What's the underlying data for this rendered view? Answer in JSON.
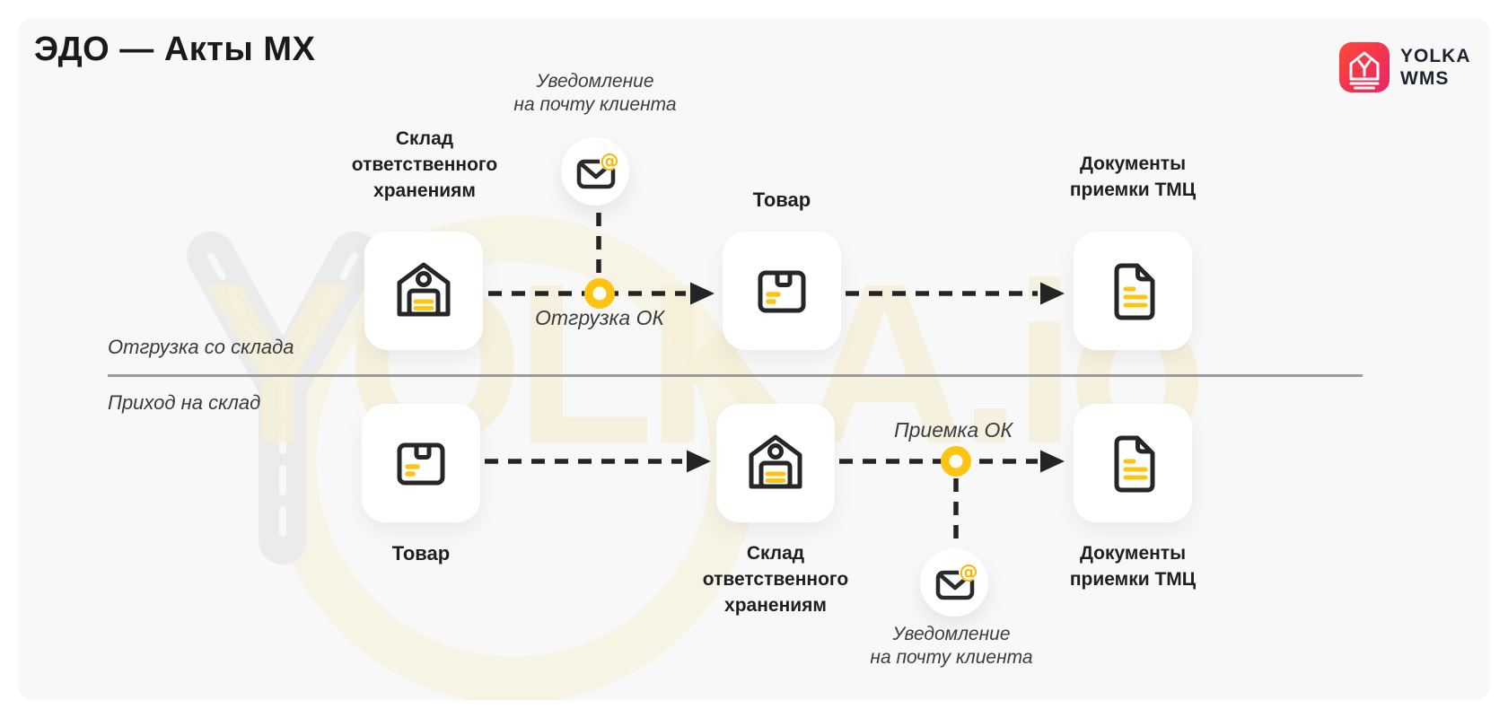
{
  "page_title": "ЭДО — Акты МХ",
  "logo": {
    "line1": "YOLKA",
    "line2": "WMS"
  },
  "watermark_text": "YOLKA.io",
  "rows": {
    "shipment": {
      "row_label": "Отгрузка со склада",
      "notification_line1": "Уведомление",
      "notification_line2": "на почту клиента",
      "event_label": "Отгрузка ОК",
      "warehouse_line1": "Склад",
      "warehouse_line2": "ответственного",
      "warehouse_line3": "хранениям",
      "goods_label": "Товар",
      "documents_line1": "Документы",
      "documents_line2": "приемки ТМЦ"
    },
    "receiving": {
      "row_label": "Приход на склад",
      "notification_line1": "Уведомление",
      "notification_line2": "на почту клиента",
      "event_label": "Приемка ОК",
      "goods_label": "Товар",
      "warehouse_line1": "Склад",
      "warehouse_line2": "ответственного",
      "warehouse_line3": "хранениям",
      "documents_line1": "Документы",
      "documents_line2": "приемки ТМЦ"
    }
  },
  "icons": {
    "logo": "yolka-house-icon",
    "warehouse": "warehouse-icon",
    "goods": "package-box-icon",
    "documents": "document-icon",
    "notification": "email-at-icon",
    "event_marker": "yellow-ring-dot",
    "flow": "dashed-arrow"
  },
  "colors": {
    "accent_yellow": "#FFC314",
    "ink": "#242424",
    "card_bg": "#F8F8F8",
    "page_bg": "#FFFFFF",
    "divider": "#9B9B9B",
    "logo_gradient_start": "#FB4B38",
    "logo_gradient_end": "#E92768",
    "watermark_yellow": "#F6F0DA",
    "watermark_gray": "#EBEBEB"
  }
}
